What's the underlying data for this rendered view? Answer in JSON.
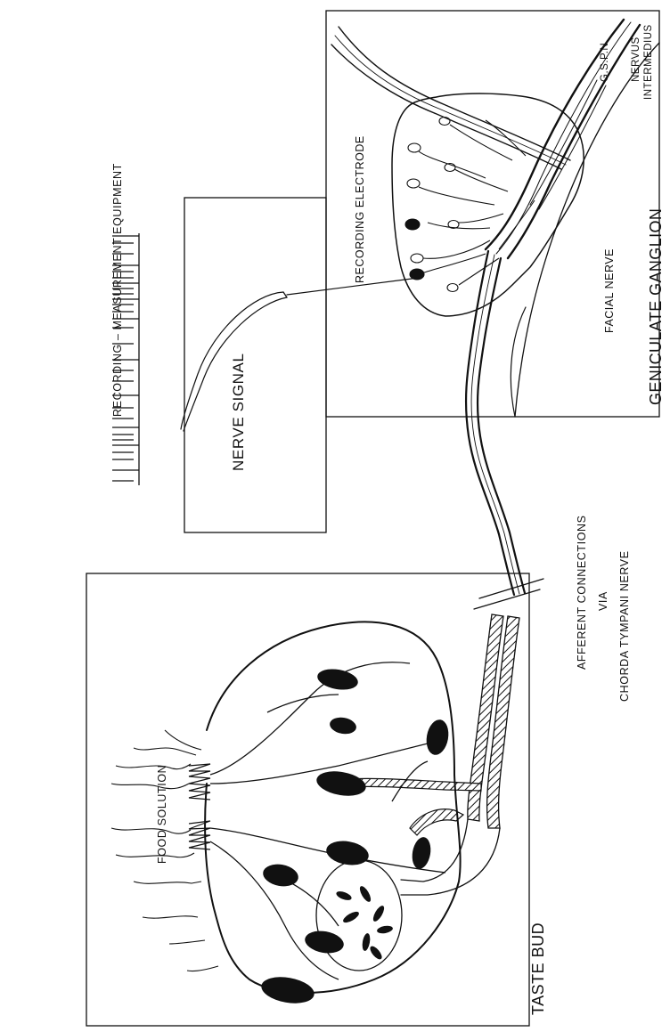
{
  "diagram": {
    "labels": {
      "recording_measurement_equipment": "RECORDING – MEASUREMENT EQUIPMENT",
      "nerve_signal": "NERVE SIGNAL",
      "recording_electrode": "RECORDING ELECTRODE",
      "gspn": "G.S.P.N.",
      "nervus": "NERVUS",
      "intermedius": "INTERMEDIUS",
      "facial_nerve": "FACIAL NERVE",
      "geniculate_ganglion": "GENICULATE GANGLION",
      "afferent_connections": "AFFERENT   CONNECTIONS",
      "via": "VIA",
      "chorda_tympani_nerve": "CHORDA TYMPANI  NERVE",
      "food_solution": "FOOD SOLUTION",
      "taste_bud": "TASTE BUD"
    },
    "colors": {
      "ink": "#111111",
      "paper": "#ffffff"
    }
  }
}
